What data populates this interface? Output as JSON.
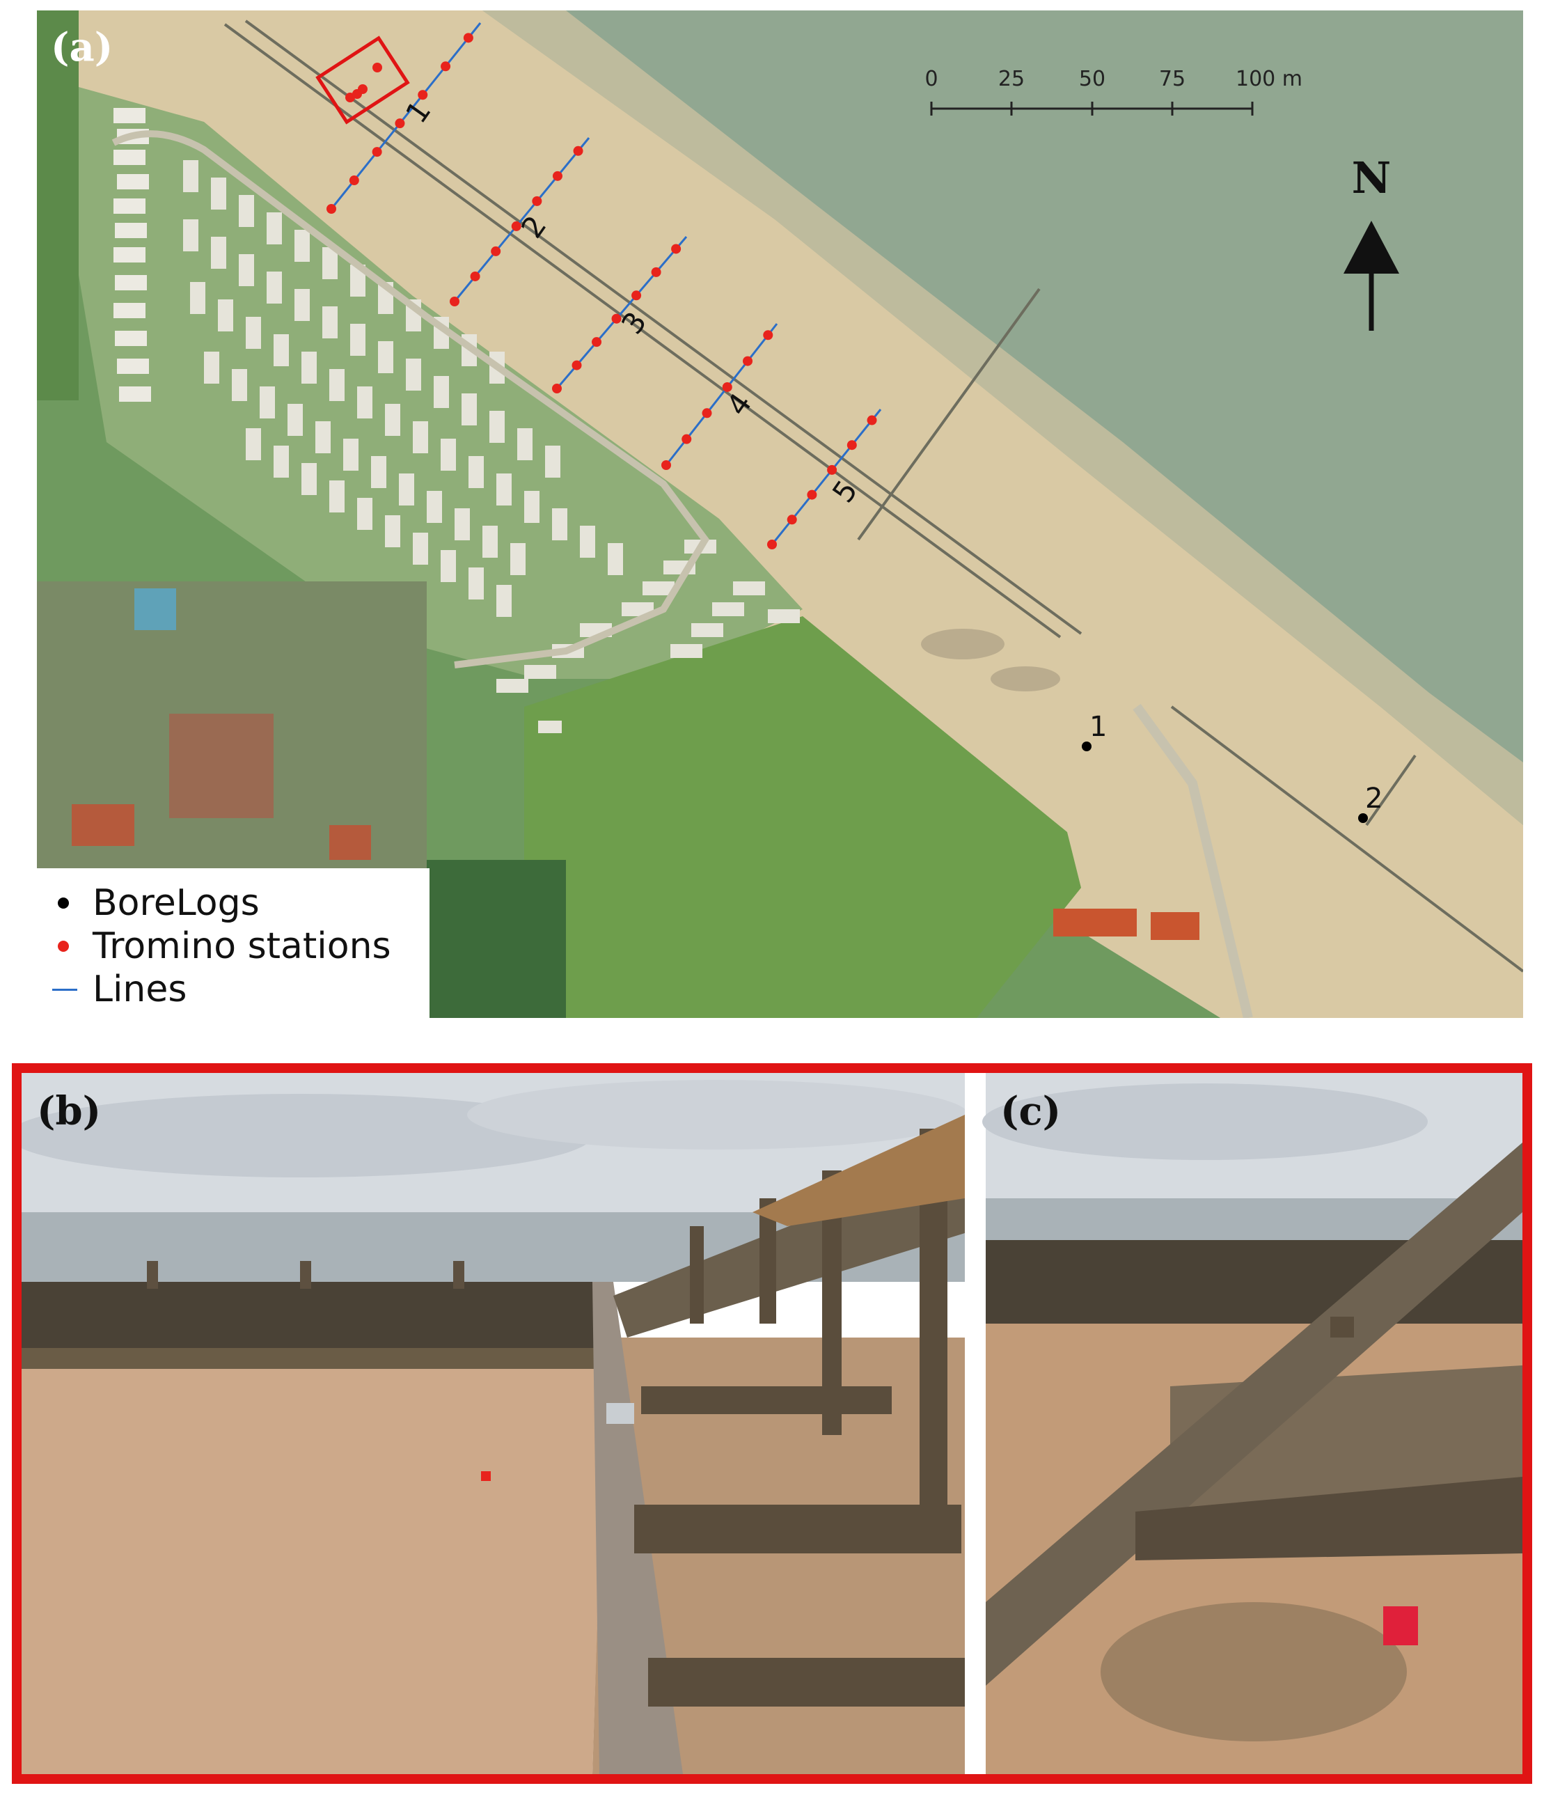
{
  "panel_a": {
    "label": "(a)",
    "scale_bar": {
      "ticks": [
        "0",
        "25",
        "50",
        "75",
        "100 m"
      ]
    },
    "north_arrow": {
      "label": "N"
    },
    "line_labels": [
      "1",
      "2",
      "3",
      "4",
      "5"
    ],
    "borelog_labels": [
      "1",
      "2"
    ],
    "legend": [
      {
        "label": "BoreLogs",
        "symbol": "black-dot",
        "color": "#000000"
      },
      {
        "label": "Tromino stations",
        "symbol": "red-dot",
        "color": "#e8231c"
      },
      {
        "label": "Lines",
        "symbol": "blue-line",
        "color": "#2b6ec8"
      }
    ]
  },
  "panel_b": {
    "label": "(b)"
  },
  "panel_c": {
    "label": "(c)"
  },
  "colors": {
    "highlight_frame": "#e01414",
    "station": "#e8231c",
    "line": "#2b6ec8",
    "borelog": "#000000"
  }
}
